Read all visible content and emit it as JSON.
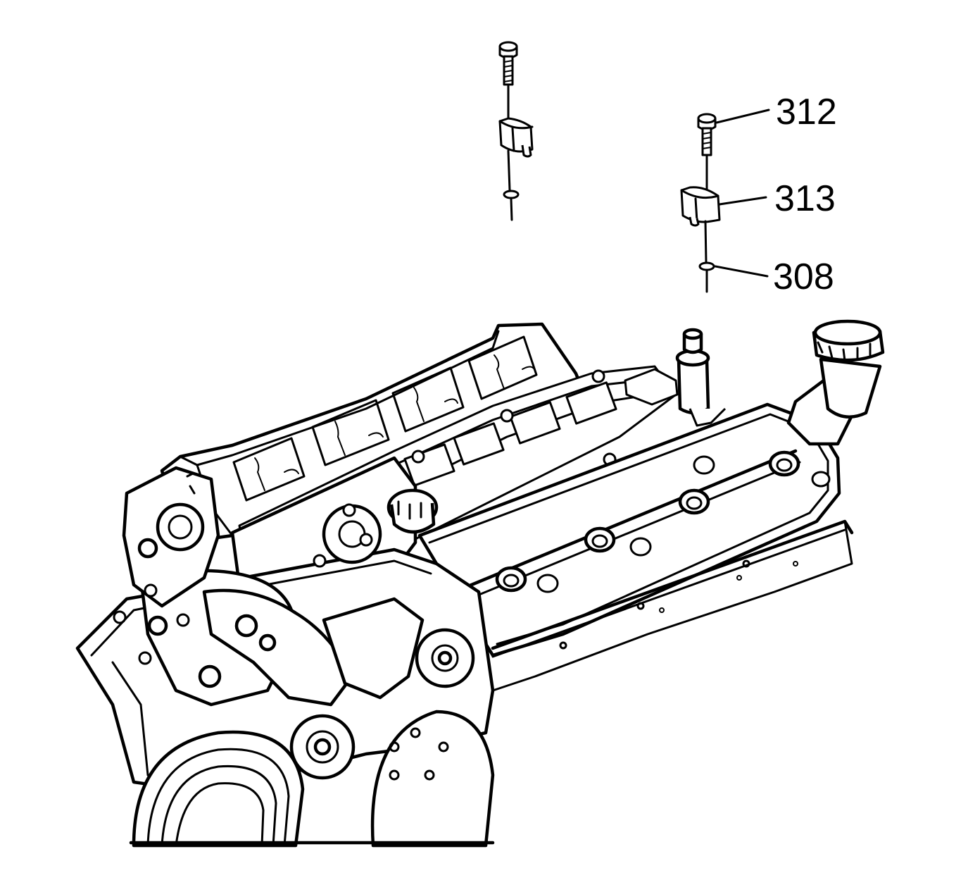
{
  "callouts": [
    {
      "id": "312",
      "label": "312"
    },
    {
      "id": "313",
      "label": "313"
    },
    {
      "id": "308",
      "label": "308"
    }
  ],
  "colors": {
    "ink": "#000000",
    "paper": "#ffffff"
  }
}
